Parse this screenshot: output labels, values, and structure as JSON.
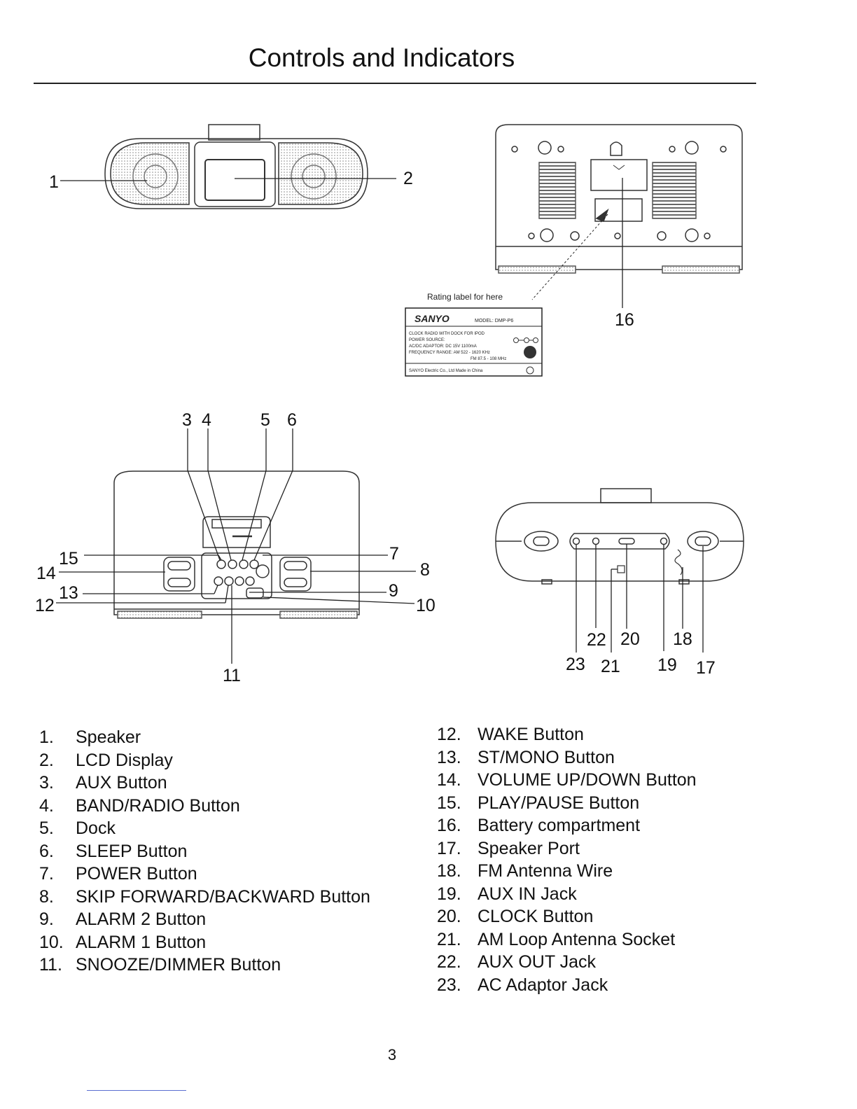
{
  "page": {
    "title": "Controls and Indicators",
    "page_number": "3"
  },
  "rating_label": {
    "note": "Rating label for here",
    "brand": "SANYO",
    "model": "MODEL: DMP-P6",
    "lines": [
      "CLOCK RADIO WITH DOCK FOR IPOD",
      "POWER SOURCE:",
      "AC/DC ADAPTOR: DC 15V 1100mA",
      "FREQUENCY RANGE: AM 522 - 1620 KHz",
      "FM 87.5 - 108 MHz",
      "SANYO Electric Co., Ltd   Made in China"
    ]
  },
  "callouts": {
    "c1": "1",
    "c2": "2",
    "c3": "3",
    "c4": "4",
    "c5": "5",
    "c6": "6",
    "c7": "7",
    "c8": "8",
    "c9": "9",
    "c10": "10",
    "c11": "11",
    "c12": "12",
    "c13": "13",
    "c14": "14",
    "c15": "15",
    "c16": "16",
    "c17": "17",
    "c18": "18",
    "c19": "19",
    "c20": "20",
    "c21": "21",
    "c22": "22",
    "c23": "23"
  },
  "legend_left": [
    {
      "num": "1.",
      "label": "Speaker"
    },
    {
      "num": "2.",
      "label": "LCD Display"
    },
    {
      "num": "3.",
      "label": "AUX Button"
    },
    {
      "num": "4.",
      "label": "BAND/RADIO Button"
    },
    {
      "num": "5.",
      "label": "Dock"
    },
    {
      "num": "6.",
      "label": "SLEEP Button"
    },
    {
      "num": "7.",
      "label": "POWER Button"
    },
    {
      "num": "8.",
      "label": "SKIP FORWARD/BACKWARD Button"
    },
    {
      "num": "9.",
      "label": "ALARM 2 Button"
    },
    {
      "num": "10.",
      "label": "ALARM 1 Button"
    },
    {
      "num": "11.",
      "label": "SNOOZE/DIMMER Button"
    }
  ],
  "legend_right": [
    {
      "num": "12.",
      "label": "WAKE Button"
    },
    {
      "num": "13.",
      "label": "ST/MONO Button"
    },
    {
      "num": "14.",
      "label": "VOLUME UP/DOWN Button"
    },
    {
      "num": "15.",
      "label": "PLAY/PAUSE Button"
    },
    {
      "num": "16.",
      "label": "Battery compartment"
    },
    {
      "num": "17.",
      "label": "Speaker Port"
    },
    {
      "num": "18.",
      "label": "FM Antenna Wire"
    },
    {
      "num": "19.",
      "label": "AUX IN Jack"
    },
    {
      "num": "20.",
      "label": "CLOCK Button"
    },
    {
      "num": "21.",
      "label": "AM Loop Antenna Socket"
    },
    {
      "num": "22.",
      "label": "AUX OUT Jack"
    },
    {
      "num": "23.",
      "label": "AC Adaptor Jack"
    }
  ]
}
